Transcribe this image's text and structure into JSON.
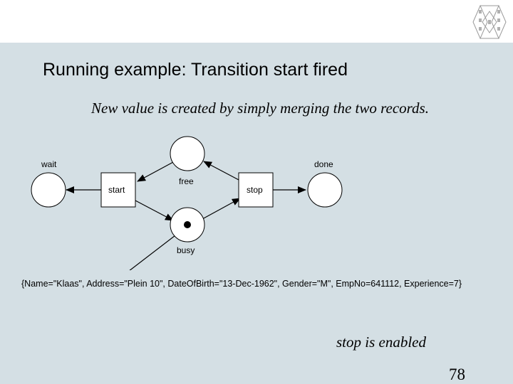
{
  "slide": {
    "title": "Running example: Transition start fired",
    "subtitle": "New value is created by simply merging the two records.",
    "record_text": "{Name=\"Klaas\", Address=\"Plein 10\", DateOfBirth=\"13-Dec-1962\", Gender=\"M\", EmpNo=641112, Experience=7}",
    "note": "stop is enabled",
    "page_number": "78"
  },
  "diagram": {
    "places": {
      "wait": "wait",
      "free": "free",
      "busy": "busy",
      "done": "done"
    },
    "transitions": {
      "start": "start",
      "stop": "stop"
    }
  },
  "colors": {
    "background": "#d4dfe4",
    "header": "#ffffff"
  }
}
